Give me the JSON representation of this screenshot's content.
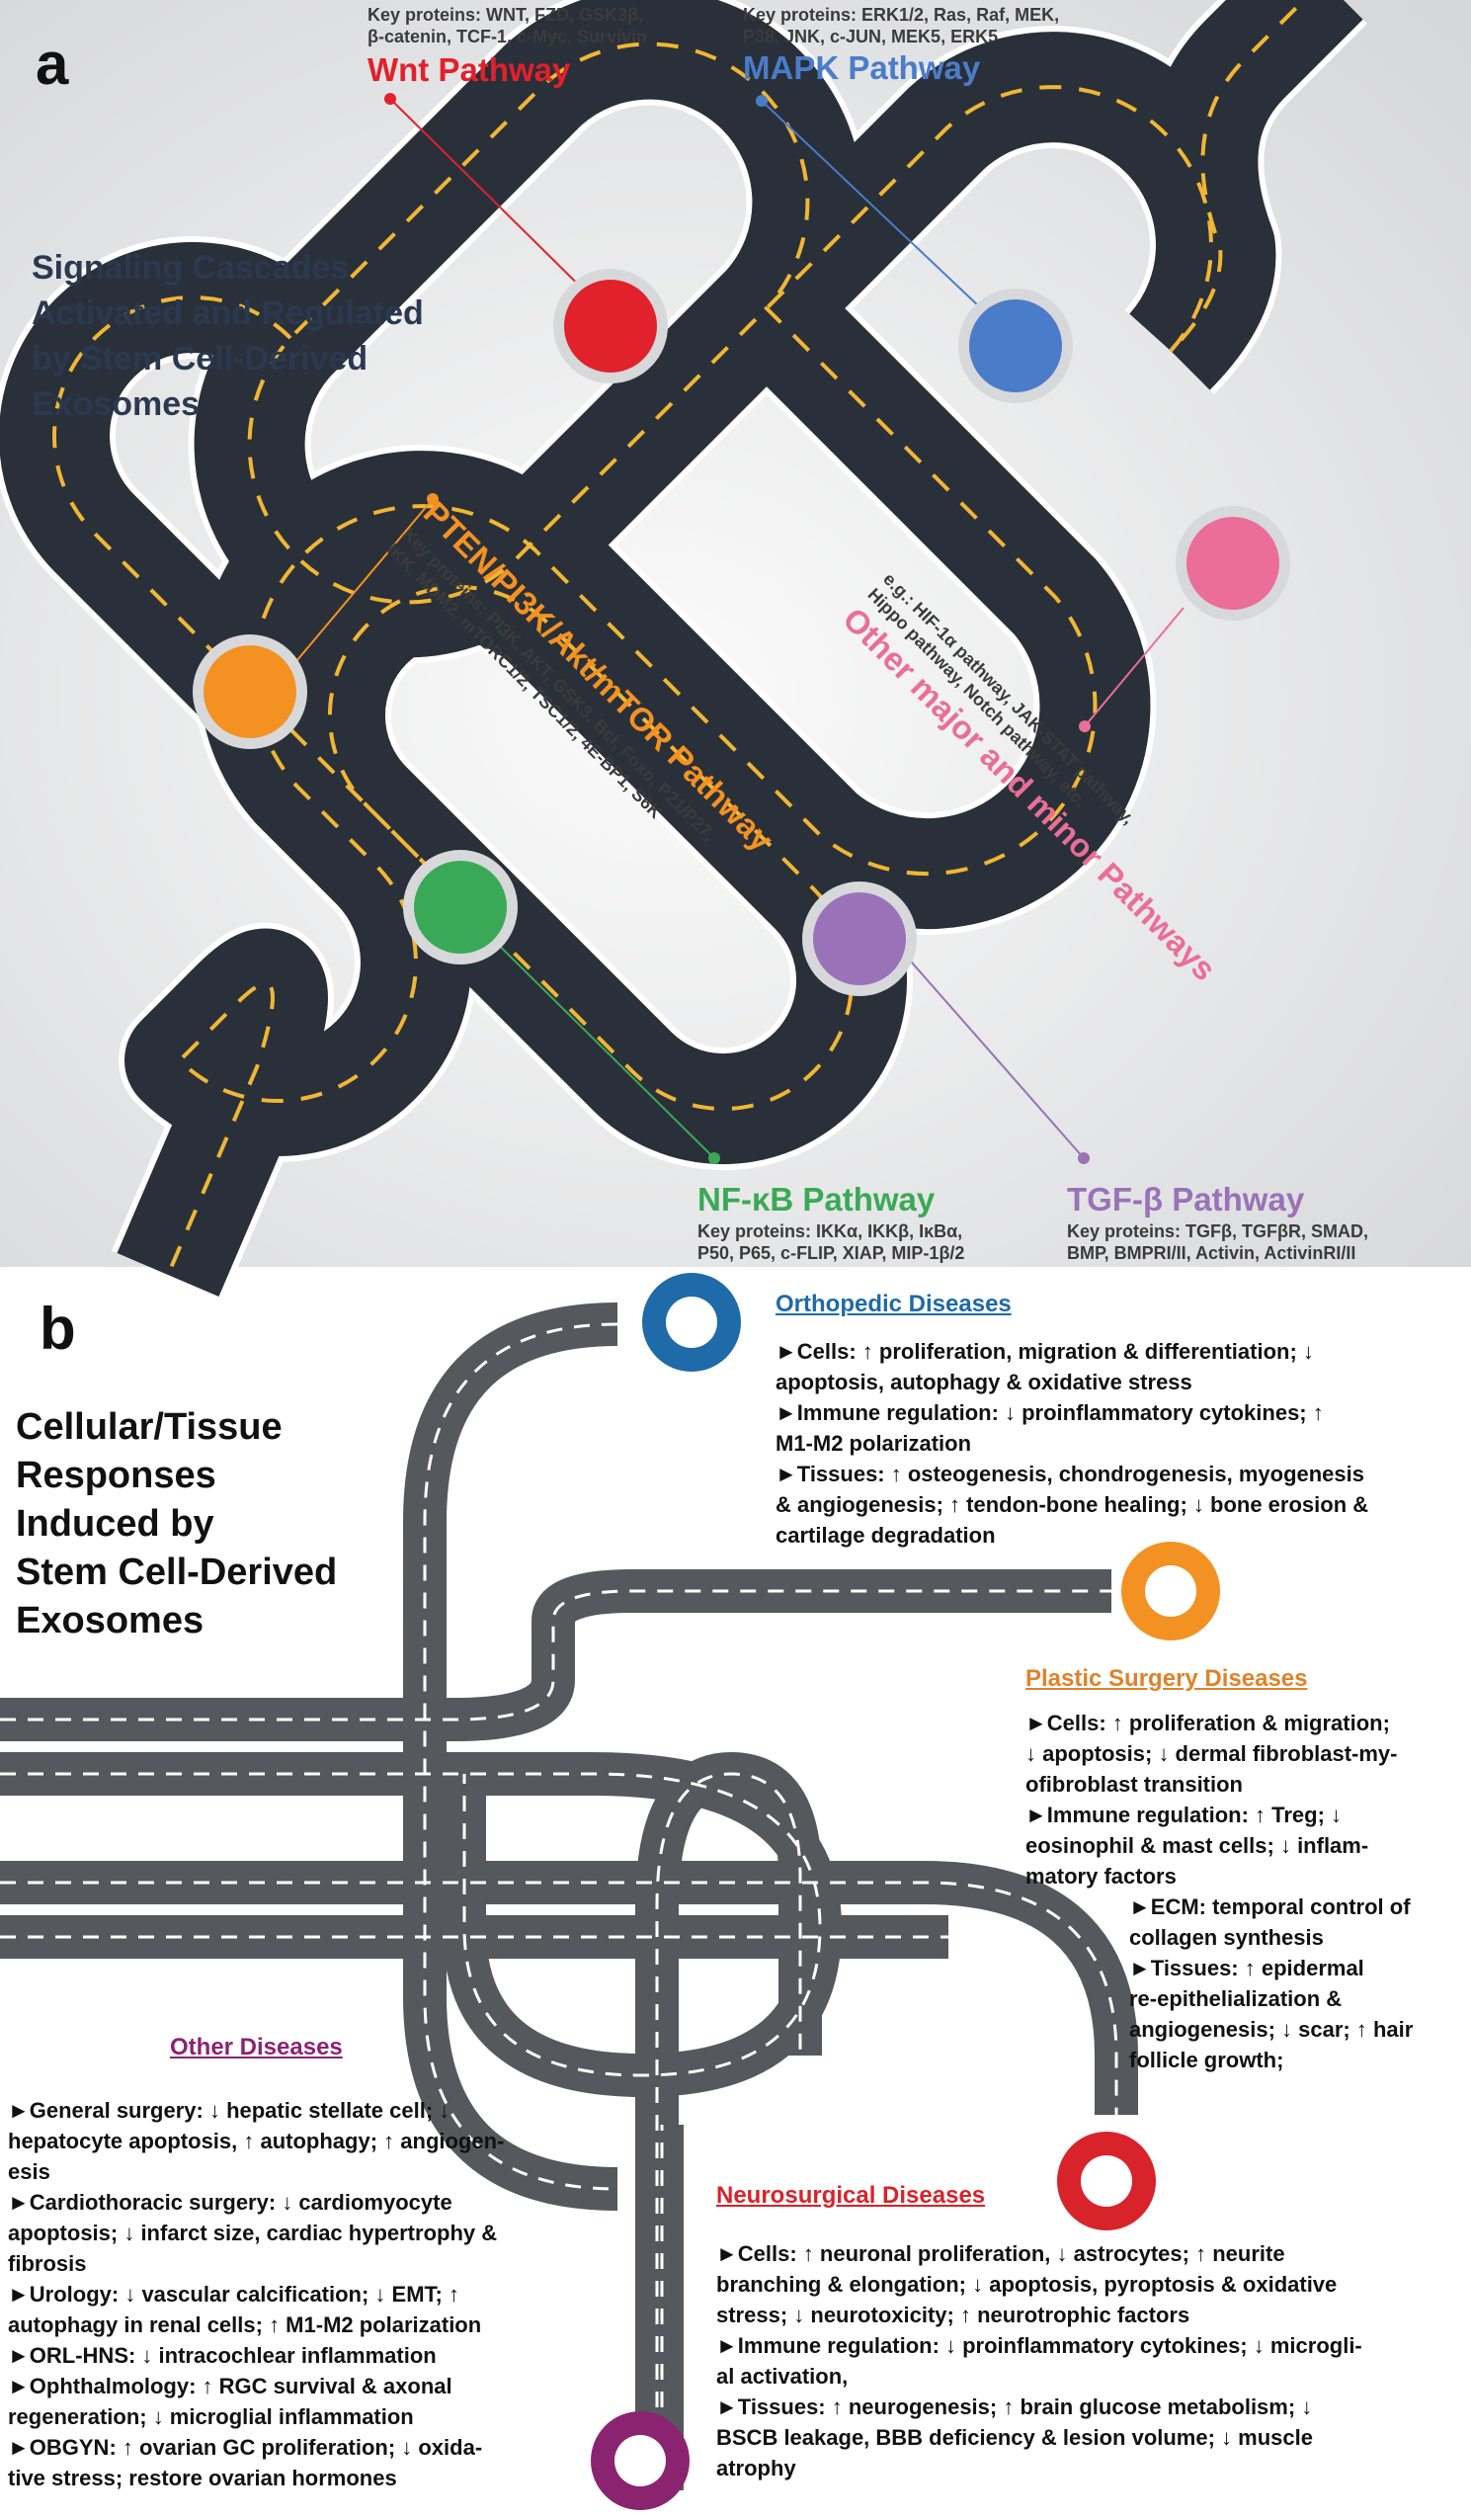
{
  "panel_a": {
    "letter": "a",
    "title_lines": [
      "Signaling Cascades",
      "Activated and Regulated",
      "by Stem Cell-Derived",
      "Exosomes"
    ],
    "pathways": [
      {
        "id": "wnt",
        "name": "Wnt Pathway",
        "color": "#e1212b",
        "key_lines": [
          "Key proteins: WNT, FZD, GSK3β,",
          "β-catenin, TCF-1, c-Myc, Survivin"
        ]
      },
      {
        "id": "mapk",
        "name": "MAPK Pathway",
        "color": "#4a7cc9",
        "key_lines": [
          "Key proteins: ERK1/2, Ras, Raf, MEK,",
          "P38, JNK, c-JUN, MEK5, ERK5"
        ]
      },
      {
        "id": "pten",
        "name": "PTEN/PI3K/Akt/mTOR Pathway",
        "color": "#f39222",
        "key_lines": [
          "Key proteins: PI3K, AKT, GSK3, Bcl, Foxo, P21/P27,",
          "IKK, MDM2, mTORC1/2, TSC1/2, 4E-BP1, S6K"
        ]
      },
      {
        "id": "other",
        "name": "Other major and minor Pathways",
        "color": "#ea6e98",
        "key_lines": [
          "e.g.: HIF-1α pathway, JAK-STAT pathway,",
          "Hippo pathway, Notch pathway, etc."
        ]
      },
      {
        "id": "nfkb",
        "name": "NF-κB Pathway",
        "color": "#3aa957",
        "key_lines": [
          "Key proteins: IKKα, IKKβ, IκBα,",
          "P50, P65, c-FLIP, XIAP, MIP-1β/2"
        ]
      },
      {
        "id": "tgfb",
        "name": "TGF-β Pathway",
        "color": "#9a72b8",
        "key_lines": [
          "Key proteins: TGFβ, TGFβR, SMAD,",
          "BMP, BMPRI/II, Activin, ActivinRI/II"
        ]
      }
    ]
  },
  "panel_b": {
    "letter": "b",
    "title_lines": [
      "Cellular/Tissue",
      "Responses",
      "Induced by",
      "Stem Cell-Derived",
      "Exosomes"
    ],
    "diseases": [
      {
        "id": "ortho",
        "heading": "Orthopedic Diseases",
        "color": "#1f6aa8",
        "lines": [
          "►Cells: ↑ proliferation, migration & differentiation; ↓",
          "apoptosis, autophagy & oxidative stress",
          "►Immune regulation: ↓ proinflammatory cytokines; ↑",
          "M1-M2 polarization",
          "►Tissues: ↑ osteogenesis, chondrogenesis, myogenesis",
          "& angiogenesis; ↑ tendon-bone healing; ↓ bone erosion &",
          "cartilage degradation"
        ]
      },
      {
        "id": "plastic",
        "heading": "Plastic Surgery Diseases",
        "color": "#e0822a",
        "lines": [
          "►Cells: ↑ proliferation & migration;",
          "↓ apoptosis; ↓ dermal fibroblast-my-",
          "ofibroblast transition",
          "►Immune regulation: ↑ Treg; ↓",
          "eosinophil & mast cells; ↓ inflam-",
          "matory factors"
        ],
        "lines2": [
          "►ECM: temporal control of",
          "collagen synthesis",
          "►Tissues: ↑ epidermal",
          "re-epithelialization &",
          "angiogenesis; ↓ scar; ↑ hair",
          "follicle growth;"
        ]
      },
      {
        "id": "other",
        "heading": "Other Diseases",
        "color": "#8a2470",
        "lines": [
          "►General surgery: ↓ hepatic stellate cell; ↓",
          "hepatocyte apoptosis, ↑ autophagy; ↑ angiogen-",
          "esis",
          "►Cardiothoracic surgery: ↓ cardiomyocyte",
          "apoptosis; ↓ infarct size, cardiac hypertrophy &",
          "fibrosis",
          "►Urology: ↓ vascular calcification; ↓ EMT; ↑",
          "autophagy in renal cells;  ↑ M1-M2 polarization",
          "►ORL-HNS: ↓ intracochlear inflammation",
          "►Ophthalmology: ↑ RGC survival & axonal",
          "regeneration; ↓ microglial inflammation",
          "►OBGYN: ↑ ovarian GC proliferation; ↓ oxida-",
          "tive stress; restore ovarian hormones"
        ]
      },
      {
        "id": "neuro",
        "heading": "Neurosurgical Diseases",
        "color": "#d8232a",
        "lines": [
          "►Cells: ↑ neuronal proliferation, ↓ astrocytes; ↑ neurite",
          "branching & elongation; ↓ apoptosis, pyroptosis & oxidative",
          "stress; ↓ neurotoxicity; ↑ neurotrophic factors",
          "►Immune regulation: ↓ proinflammatory cytokines; ↓ microgli-",
          "al activation,",
          "►Tissues: ↑ neurogenesis; ↑ brain glucose metabolism; ↓",
          "BSCB leakage, BBB deficiency & lesion volume; ↓ muscle",
          "atrophy"
        ]
      }
    ]
  },
  "colors": {
    "road": "#29303a",
    "road_b": "#57595c",
    "dash_a": "#f0b634",
    "background_a": "#e6e7e8"
  }
}
